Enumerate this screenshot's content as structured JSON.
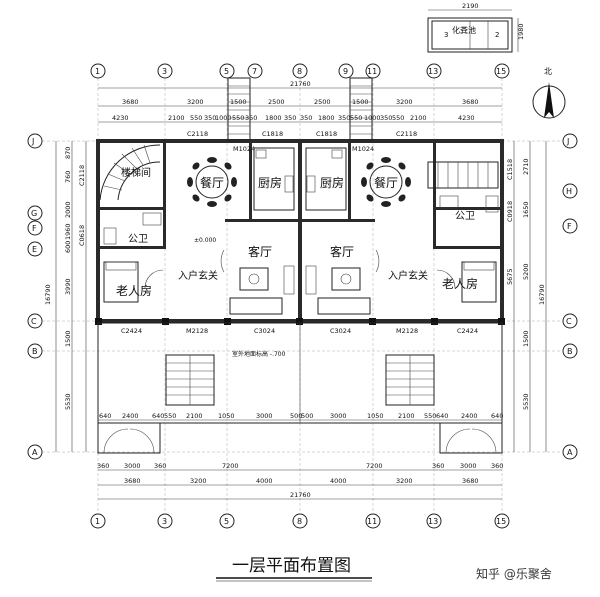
{
  "title": "一层平面布置图",
  "watermark": "知乎 @乐聚舍",
  "north_label": "北",
  "septic": {
    "label": "化粪池",
    "width_dim": "2190",
    "height_dim": "1980",
    "cell_1": "3",
    "cell_2": "2"
  },
  "axes_x": [
    "1",
    "3",
    "5",
    "7",
    "8",
    "9",
    "11",
    "13",
    "15"
  ],
  "axes_y": [
    "J",
    "H",
    "G",
    "F",
    "E",
    "C",
    "B",
    "A"
  ],
  "dims_top_1": [
    "3680",
    "3200",
    "1500",
    "2500",
    "2500",
    "1500",
    "3200",
    "3680"
  ],
  "dims_top_total": "21760",
  "dims_top_2": [
    "4230",
    "2100",
    "550",
    "350",
    "1000",
    "550",
    "350",
    "1800",
    "350",
    "350",
    "1800",
    "350",
    "550",
    "1000",
    "350",
    "550",
    "2100",
    "4230"
  ],
  "dims_bot_1": [
    "640",
    "2400",
    "640",
    "550",
    "2100",
    "1050",
    "3000",
    "500",
    "500",
    "3000",
    "1050",
    "2100",
    "550",
    "640",
    "2400",
    "640"
  ],
  "dims_bot_2": [
    "360",
    "3000",
    "360",
    "7200",
    "7200",
    "360",
    "3000",
    "360"
  ],
  "dims_bot_3": [
    "3680",
    "3200",
    "4000",
    "4000",
    "3200",
    "3680"
  ],
  "dims_bot_total": "21760",
  "dims_left": [
    "870",
    "760",
    "2000",
    "1960",
    "600",
    "3990",
    "1500",
    "5530"
  ],
  "dims_left_total": "16790",
  "dims_left_inner": [
    "C2118",
    "C0618"
  ],
  "dims_right": [
    "2710",
    "1650",
    "5200",
    "1500",
    "5530"
  ],
  "dims_right_inner": [
    "C1518",
    "C0918",
    "5675"
  ],
  "dims_right_total": "16790",
  "windows": {
    "c2118_l": "C2118",
    "c1818_l": "C1818",
    "c1818_r": "C1818",
    "c2118_r": "C2118",
    "m1024_l": "M1024",
    "m1024_r": "M1024",
    "c2424_l": "C2424",
    "m2128_l": "M2128",
    "c3024_l": "C3024",
    "c3024_r": "C3024",
    "m2128_r": "M2128",
    "c2424_r": "C2424"
  },
  "rooms": {
    "stair": "楼梯间",
    "dining_l": "餐厅",
    "kitchen_l": "厨房",
    "kitchen_r": "厨房",
    "dining_r": "餐厅",
    "wc_l": "公卫",
    "wc_r": "公卫",
    "living_l": "客厅",
    "living_r": "客厅",
    "entry_l": "入户玄关",
    "entry_r": "入户玄关",
    "elder_l": "老人房",
    "elder_r": "老人房"
  },
  "elevation": "±0.000",
  "terrace_note": "室外地面标高 -.700"
}
